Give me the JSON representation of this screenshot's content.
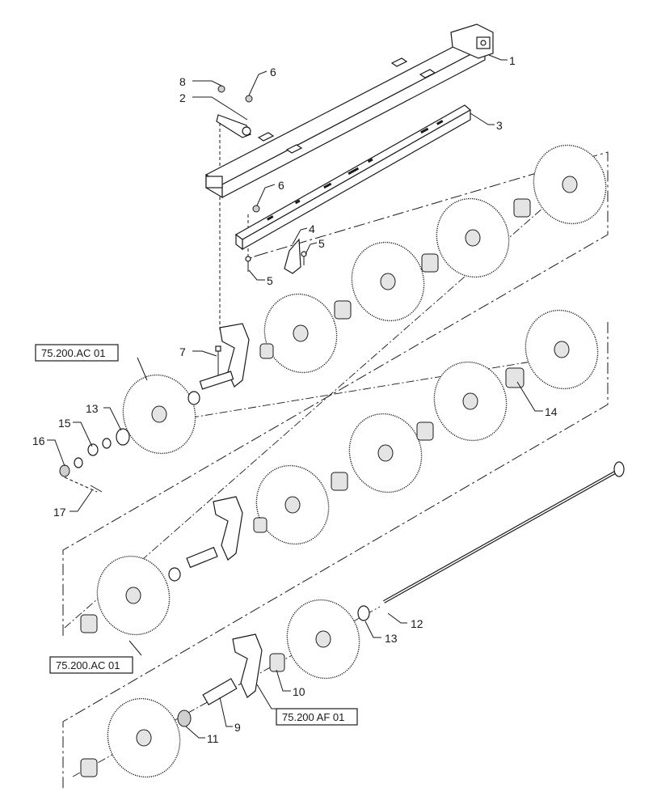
{
  "callouts": {
    "c1": "1",
    "c2": "2",
    "c3": "3",
    "c4": "4",
    "c5a": "5",
    "c5b": "5",
    "c6a": "6",
    "c6b": "6",
    "c7": "7",
    "c8": "8",
    "c9": "9",
    "c10": "10",
    "c11": "11",
    "c12": "12",
    "c13a": "13",
    "c13b": "13",
    "c14": "14",
    "c15": "15",
    "c16": "16",
    "c17": "17"
  },
  "references": {
    "ref1": "75.200.AC 01",
    "ref2": "75.200.AC 01",
    "ref3": "75.200 AF 01"
  }
}
